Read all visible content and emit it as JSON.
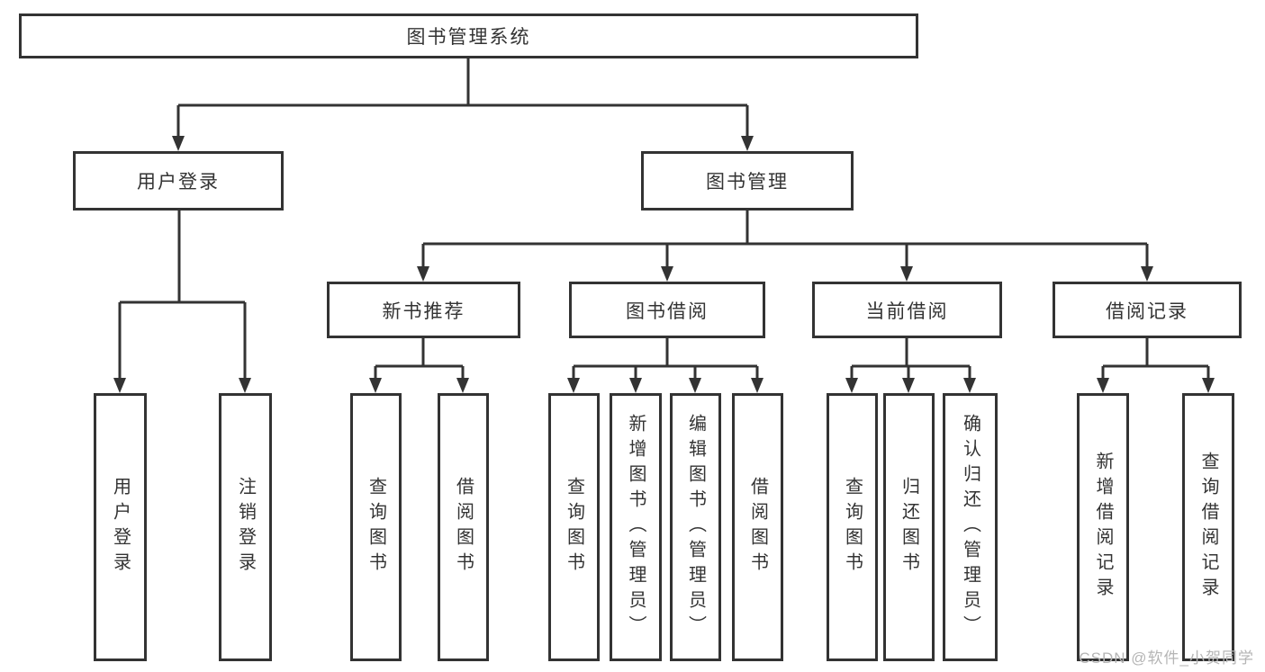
{
  "tree": {
    "root": {
      "label": "图书管理系统"
    },
    "children": [
      {
        "label": "用户登录",
        "children": [
          {
            "label": "用户登录"
          },
          {
            "label": "注销登录"
          }
        ]
      },
      {
        "label": "图书管理",
        "children": [
          {
            "label": "新书推荐",
            "children": [
              {
                "label": "查询图书"
              },
              {
                "label": "借阅图书"
              }
            ]
          },
          {
            "label": "图书借阅",
            "children": [
              {
                "label": "查询图书"
              },
              {
                "label": "新增图书（管理员）"
              },
              {
                "label": "编辑图书（管理员）"
              },
              {
                "label": "借阅图书"
              }
            ]
          },
          {
            "label": "当前借阅",
            "children": [
              {
                "label": "查询图书"
              },
              {
                "label": "归还图书"
              },
              {
                "label": "确认归还（管理员）"
              }
            ]
          },
          {
            "label": "借阅记录",
            "children": [
              {
                "label": "新增借阅记录"
              },
              {
                "label": "查询借阅记录"
              }
            ]
          }
        ]
      }
    ]
  },
  "watermark": {
    "text": "CSDN @软件_小贺同学"
  },
  "colors": {
    "line": "#333333",
    "text": "#333333",
    "box_background": "#ffffff",
    "watermark": "#b5b5b5",
    "page_background": "#ffffff"
  }
}
